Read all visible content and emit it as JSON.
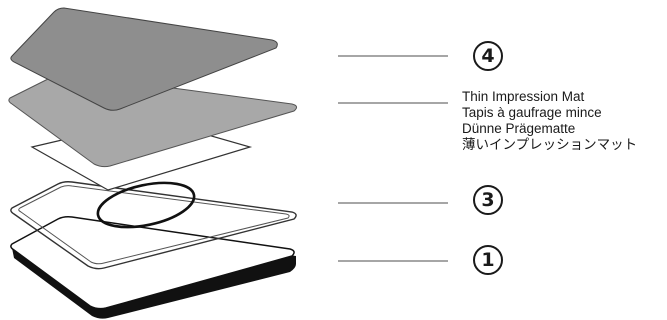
{
  "callouts": [
    {
      "number": "4"
    },
    {
      "number": "3"
    },
    {
      "number": "1"
    }
  ],
  "mat_label": {
    "lines": [
      "Thin Impression Mat",
      "Tapis à gaufrage mince",
      "Dünne Prägematte",
      "薄いインプレッションマット"
    ]
  },
  "colors": {
    "top_plate": "#8e8e8e",
    "mat": "#a8a8a8",
    "outline": "#222222",
    "leader": "#888888"
  }
}
